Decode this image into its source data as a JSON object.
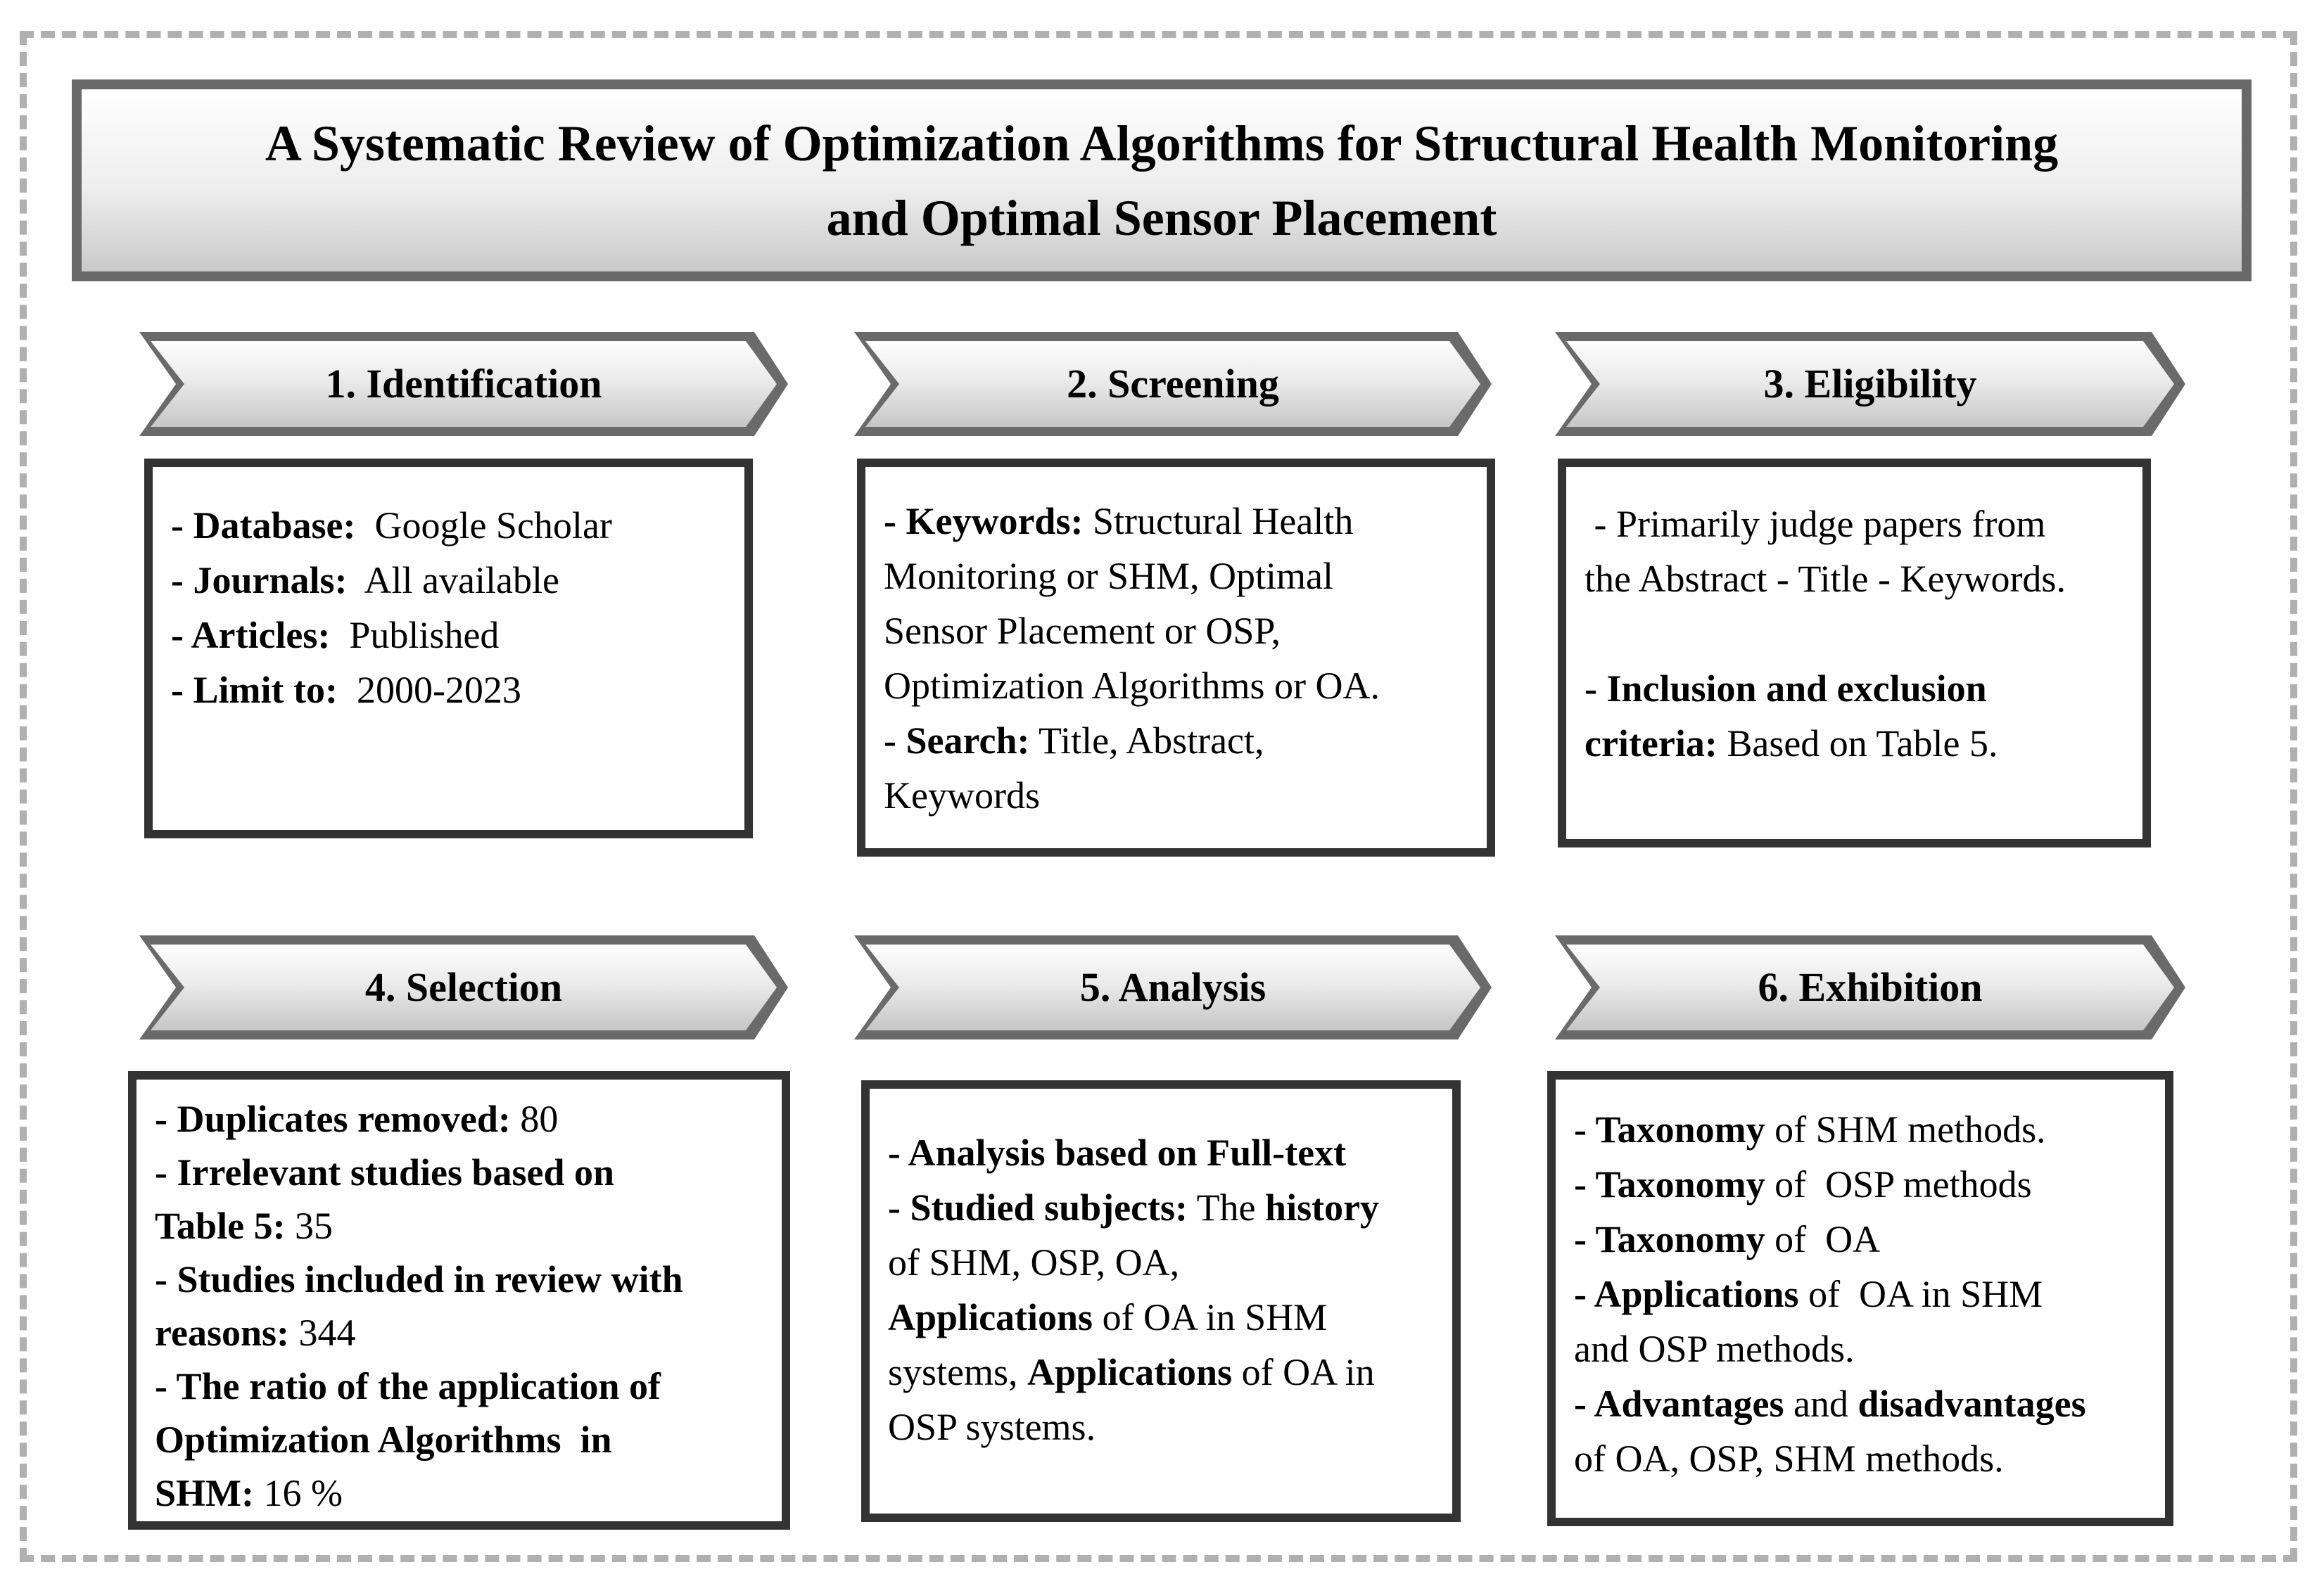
{
  "title": {
    "line1": "A Systematic Review of Optimization Algorithms for Structural Health Monitoring",
    "line2": "and Optimal Sensor Placement"
  },
  "colors": {
    "banner_border": "#6a6a6a",
    "banner_fill_top": "#fdfdfd",
    "banner_fill_bottom": "#c6c6c6",
    "content_box_border": "#333333",
    "title_box_border": "#696969",
    "dashed_frame": "#b0b0b0",
    "text": "#000000"
  },
  "stages": [
    {
      "key": "identification",
      "banner": "1. Identification",
      "lines": [
        [
          {
            "t": "- Database:",
            "b": 1
          },
          {
            "t": "  Google Scholar",
            "b": 0
          }
        ],
        [
          {
            "t": "- Journals:",
            "b": 1
          },
          {
            "t": "  All available",
            "b": 0
          }
        ],
        [
          {
            "t": "- Articles:",
            "b": 1
          },
          {
            "t": "  Published",
            "b": 0
          }
        ],
        [
          {
            "t": "- Limit to:",
            "b": 1
          },
          {
            "t": "  2000-2023",
            "b": 0
          }
        ]
      ]
    },
    {
      "key": "screening",
      "banner": "2. Screening",
      "lines": [
        [
          {
            "t": "- Keywords:",
            "b": 1
          },
          {
            "t": " Structural Health",
            "b": 0
          }
        ],
        [
          {
            "t": "Monitoring or SHM, Optimal",
            "b": 0
          }
        ],
        [
          {
            "t": "Sensor Placement or OSP,",
            "b": 0
          }
        ],
        [
          {
            "t": "Optimization Algorithms or OA.",
            "b": 0
          }
        ],
        [
          {
            "t": "- Search:",
            "b": 1
          },
          {
            "t": " Title, Abstract,",
            "b": 0
          }
        ],
        [
          {
            "t": "Keywords",
            "b": 0
          }
        ]
      ]
    },
    {
      "key": "eligibility",
      "banner": "3. Eligibility",
      "lines": [
        [
          {
            "t": " - Primarily judge papers from",
            "b": 0
          }
        ],
        [
          {
            "t": "the Abstract - Title - Keywords.",
            "b": 0
          }
        ],
        [],
        [
          {
            "t": "- Inclusion and exclusion",
            "b": 1
          }
        ],
        [
          {
            "t": "criteria:",
            "b": 1
          },
          {
            "t": " Based on Table 5.",
            "b": 0
          }
        ]
      ]
    },
    {
      "key": "selection",
      "banner": "4. Selection",
      "lines": [
        [
          {
            "t": "- Duplicates removed:",
            "b": 1
          },
          {
            "t": " 80",
            "b": 0
          }
        ],
        [
          {
            "t": "- Irrelevant studies based on",
            "b": 1
          }
        ],
        [
          {
            "t": "Table 5:",
            "b": 1
          },
          {
            "t": " 35",
            "b": 0
          }
        ],
        [
          {
            "t": "- Studies included in review with",
            "b": 1
          }
        ],
        [
          {
            "t": "reasons:",
            "b": 1
          },
          {
            "t": " 344",
            "b": 0
          }
        ],
        [
          {
            "t": "- The ratio of the application of",
            "b": 1
          }
        ],
        [
          {
            "t": "Optimization Algorithms  in",
            "b": 1
          }
        ],
        [
          {
            "t": "SHM:",
            "b": 1
          },
          {
            "t": " 16 %",
            "b": 0
          }
        ]
      ]
    },
    {
      "key": "analysis",
      "banner": "5. Analysis",
      "lines": [
        [
          {
            "t": "- Analysis based on Full-text",
            "b": 1
          }
        ],
        [
          {
            "t": "- Studied subjects:",
            "b": 1
          },
          {
            "t": " The ",
            "b": 0
          },
          {
            "t": "history",
            "b": 1
          }
        ],
        [
          {
            "t": "of SHM, OSP, OA,",
            "b": 0
          }
        ],
        [
          {
            "t": "Applications",
            "b": 1
          },
          {
            "t": " of OA in SHM",
            "b": 0
          }
        ],
        [
          {
            "t": "systems, ",
            "b": 0
          },
          {
            "t": "Applications",
            "b": 1
          },
          {
            "t": " of OA in",
            "b": 0
          }
        ],
        [
          {
            "t": "OSP systems.",
            "b": 0
          }
        ]
      ]
    },
    {
      "key": "exhibition",
      "banner": "6. Exhibition",
      "lines": [
        [
          {
            "t": "- Taxonomy",
            "b": 1
          },
          {
            "t": " of SHM methods.",
            "b": 0
          }
        ],
        [
          {
            "t": "- Taxonomy",
            "b": 1
          },
          {
            "t": " of  OSP methods",
            "b": 0
          }
        ],
        [
          {
            "t": "- Taxonomy",
            "b": 1
          },
          {
            "t": " of  OA",
            "b": 0
          }
        ],
        [
          {
            "t": "- Applications",
            "b": 1
          },
          {
            "t": " of  OA in SHM",
            "b": 0
          }
        ],
        [
          {
            "t": "and OSP methods.",
            "b": 0
          }
        ],
        [
          {
            "t": "- Advantages",
            "b": 1
          },
          {
            "t": " and ",
            "b": 0
          },
          {
            "t": "disadvantages",
            "b": 1
          }
        ],
        [
          {
            "t": "of OA, OSP, SHM methods.",
            "b": 0
          }
        ]
      ]
    }
  ]
}
